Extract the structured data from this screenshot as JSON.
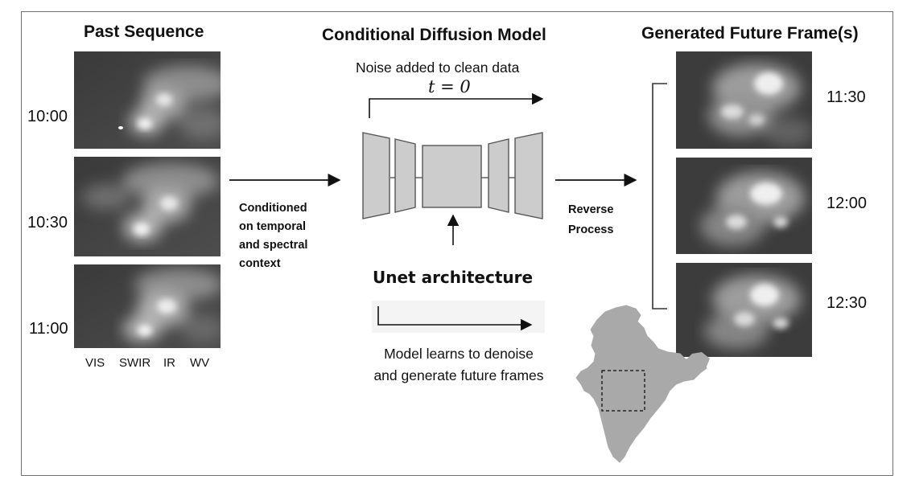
{
  "headings": {
    "past": "Past Sequence",
    "model": "Conditional Diffusion Model",
    "future": "Generated Future Frame(s)"
  },
  "past_times": [
    "10:00",
    "10:30",
    "11:00"
  ],
  "future_times": [
    "11:30",
    "12:00",
    "12:30"
  ],
  "bands": [
    "VIS",
    "SWIR",
    "IR",
    "WV"
  ],
  "noise_label": "Noise added to clean data",
  "timestep_label": "t = 0",
  "conditioned_text": [
    "Conditioned",
    "on temporal",
    "and spectral",
    "context"
  ],
  "reverse_text": [
    "Reverse",
    "Process"
  ],
  "unet_label": "Unet architecture",
  "caption": [
    "Model learns to denoise",
    "and generate future frames"
  ],
  "colors": {
    "line": "#111111",
    "unet_fill": "#cccccc",
    "unet_stroke": "#555555",
    "map_fill": "#a9a9a9"
  }
}
